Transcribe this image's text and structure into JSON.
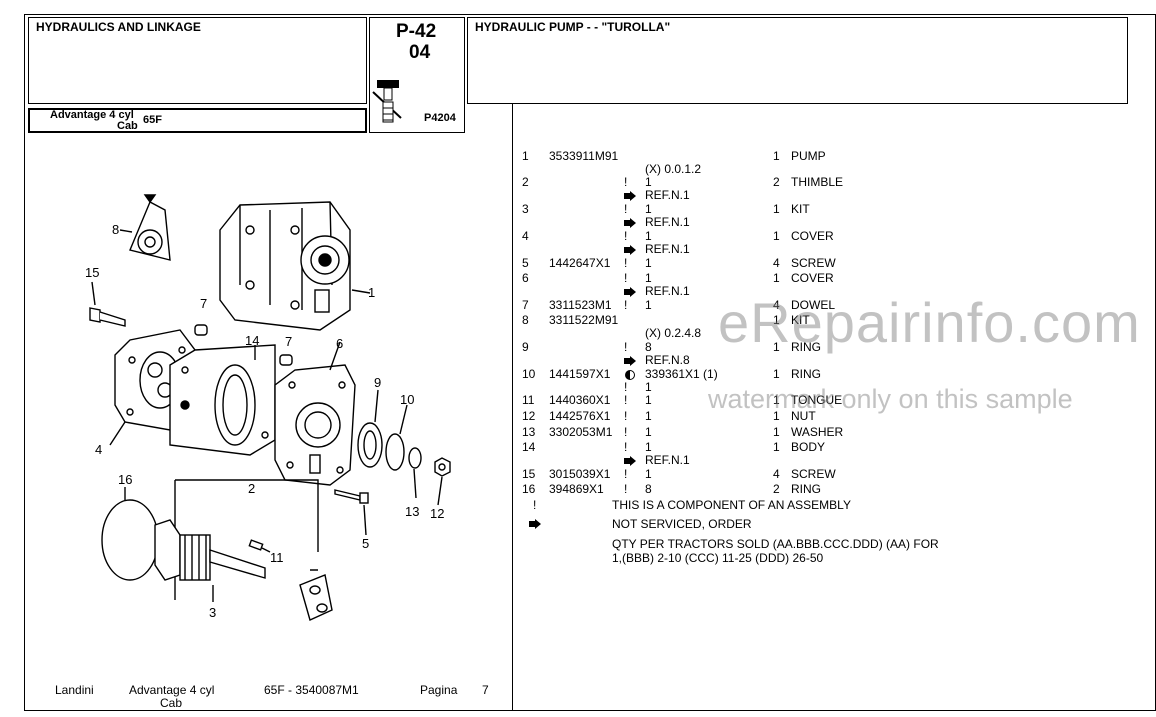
{
  "header": {
    "left_title": "HYDRAULICS AND LINKAGE",
    "model_line1": "Advantage 4 cyl",
    "model_line2": "Cab",
    "model_code": "65F",
    "page_code": "P-42",
    "page_sub": "04",
    "figure_code": "P4204",
    "right_title": "HYDRAULIC PUMP -  - \"TUROLLA\""
  },
  "parts": [
    {
      "no": "1",
      "part": "3533911M91",
      "mark": "",
      "note": "",
      "qty": "1",
      "desc": "PUMP"
    },
    {
      "no": "",
      "part": "",
      "mark": "",
      "note": "(X) 0.0.1.2",
      "qty": "",
      "desc": ""
    },
    {
      "no": "2",
      "part": "",
      "mark": "!",
      "note": "1",
      "qty": "2",
      "desc": "THIMBLE"
    },
    {
      "no": "",
      "part": "",
      "mark": "arrow",
      "note": "REF.N.1",
      "qty": "",
      "desc": ""
    },
    {
      "no": "3",
      "part": "",
      "mark": "!",
      "note": "1",
      "qty": "1",
      "desc": "KIT"
    },
    {
      "no": "",
      "part": "",
      "mark": "arrow",
      "note": "REF.N.1",
      "qty": "",
      "desc": ""
    },
    {
      "no": "4",
      "part": "",
      "mark": "!",
      "note": "1",
      "qty": "1",
      "desc": "COVER"
    },
    {
      "no": "",
      "part": "",
      "mark": "arrow",
      "note": "REF.N.1",
      "qty": "",
      "desc": ""
    },
    {
      "no": "5",
      "part": "1442647X1",
      "mark": "!",
      "note": "1",
      "qty": "4",
      "desc": "SCREW"
    },
    {
      "no": "6",
      "part": "",
      "mark": "!",
      "note": "1",
      "qty": "1",
      "desc": "COVER"
    },
    {
      "no": "",
      "part": "",
      "mark": "arrow",
      "note": "REF.N.1",
      "qty": "",
      "desc": ""
    },
    {
      "no": "7",
      "part": "3311523M1",
      "mark": "!",
      "note": "1",
      "qty": "4",
      "desc": "DOWEL"
    },
    {
      "no": "8",
      "part": "3311522M91",
      "mark": "",
      "note": "",
      "qty": "1",
      "desc": "KIT"
    },
    {
      "no": "",
      "part": "",
      "mark": "",
      "note": "(X) 0.2.4.8",
      "qty": "",
      "desc": ""
    },
    {
      "no": "9",
      "part": "",
      "mark": "!",
      "note": "8",
      "qty": "1",
      "desc": "RING"
    },
    {
      "no": "",
      "part": "",
      "mark": "arrow",
      "note": "REF.N.8",
      "qty": "",
      "desc": ""
    },
    {
      "no": "10",
      "part": "1441597X1",
      "mark": "circle",
      "note": "339361X1  (1)",
      "qty": "1",
      "desc": "RING"
    },
    {
      "no": "",
      "part": "",
      "mark": "!",
      "note": "1",
      "qty": "",
      "desc": ""
    },
    {
      "no": "11",
      "part": "1440360X1",
      "mark": "!",
      "note": "1",
      "qty": "1",
      "desc": "TONGUE"
    },
    {
      "no": "12",
      "part": "1442576X1",
      "mark": "!",
      "note": "1",
      "qty": "1",
      "desc": "NUT"
    },
    {
      "no": "13",
      "part": "3302053M1",
      "mark": "!",
      "note": "1",
      "qty": "1",
      "desc": "WASHER"
    },
    {
      "no": "14",
      "part": "",
      "mark": "!",
      "note": "1",
      "qty": "1",
      "desc": "BODY"
    },
    {
      "no": "",
      "part": "",
      "mark": "arrow",
      "note": "REF.N.1",
      "qty": "",
      "desc": ""
    },
    {
      "no": "15",
      "part": "3015039X1",
      "mark": "!",
      "note": "1",
      "qty": "4",
      "desc": "SCREW"
    },
    {
      "no": "16",
      "part": "394869X1",
      "mark": "!",
      "note": "8",
      "qty": "2",
      "desc": "RING"
    }
  ],
  "legend": [
    {
      "mark": "!",
      "text": "THIS IS A COMPONENT OF AN ASSEMBLY"
    },
    {
      "mark": "arrow",
      "text": "NOT SERVICED, ORDER"
    }
  ],
  "qty_note_line1": "QTY PER TRACTORS SOLD  (AA.BBB.CCC.DDD) (AA) FOR",
  "qty_note_line2": "1,(BBB) 2-10 (CCC) 11-25 (DDD) 26-50",
  "watermark": {
    "main": "eRepairinfo.com",
    "sub": "watermark only on this sample"
  },
  "footer": {
    "brand": "Landini",
    "model_line1": "Advantage 4 cyl",
    "model_line2": "Cab",
    "code": "65F - 3540087M1",
    "page_label": "Pagina",
    "page_no": "7"
  },
  "callouts": [
    "1",
    "2",
    "3",
    "4",
    "5",
    "6",
    "7",
    "7",
    "8",
    "9",
    "10",
    "11",
    "12",
    "13",
    "14",
    "15",
    "16"
  ]
}
